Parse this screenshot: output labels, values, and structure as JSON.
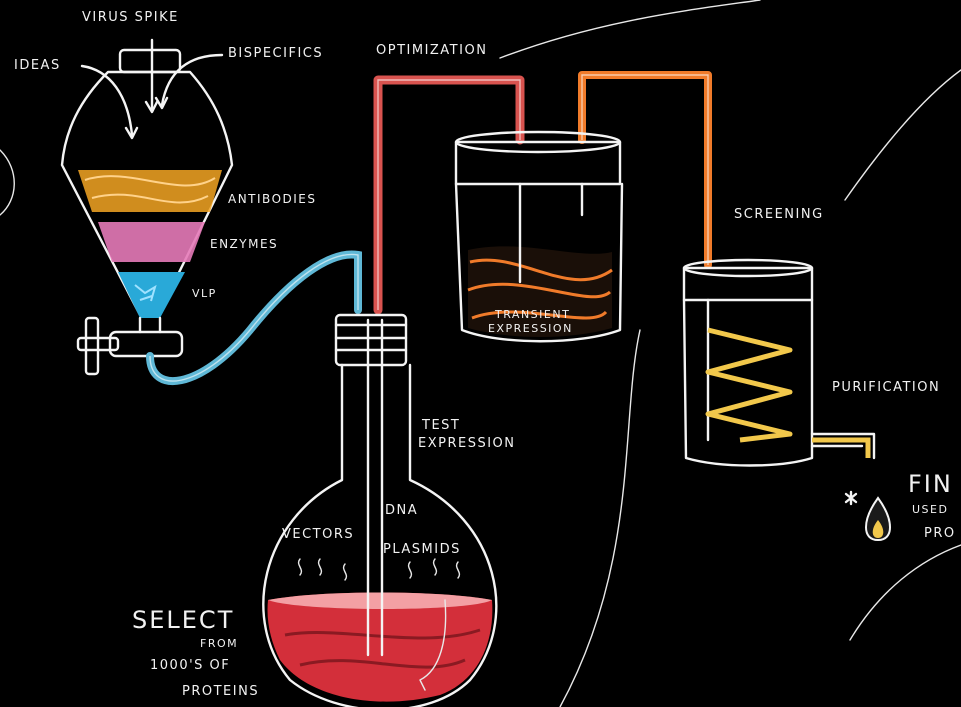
{
  "labels": {
    "virus_spike": "VIRUS SPIKE",
    "ideas": "IDEAS",
    "bispecifics": "BISPECIFICS",
    "antibodies": "ANTIBODIES",
    "enzymes": "ENZYMES",
    "vlp": "VLP",
    "optimization": "OPTIMIZATION",
    "transient_expression_1": "TRANSIENT",
    "transient_expression_2": "EXPRESSION",
    "screening": "SCREENING",
    "purification": "PURIFICATION",
    "test_expression_1": "TEST",
    "test_expression_2": "EXPRESSION",
    "dna": "DNA",
    "vectors": "VECTORS",
    "plasmids": "PLASMIDS",
    "select_1": "SELECT",
    "select_2": "FROM",
    "select_3": "1000'S OF",
    "select_4": "PROTEINS",
    "final_1": "FIN",
    "final_2": "USED",
    "final_3": "PRO"
  },
  "colors": {
    "background": "#000000",
    "chalk": "#f4f4f4",
    "antibodies": "#f5a623",
    "enzymes": "#e67ab8",
    "vlp": "#29a9d8",
    "pipe_blue": "#5fb8d6",
    "pipe_red": "#d9534f",
    "pipe_orange": "#f07b2a",
    "transient_coil": "#f07b2a",
    "purification_coil": "#f2c84b",
    "flask_liquid": "#d32f3a",
    "flask_liquid_light": "#f3a0a4",
    "final_drop": "#f2c84b"
  }
}
